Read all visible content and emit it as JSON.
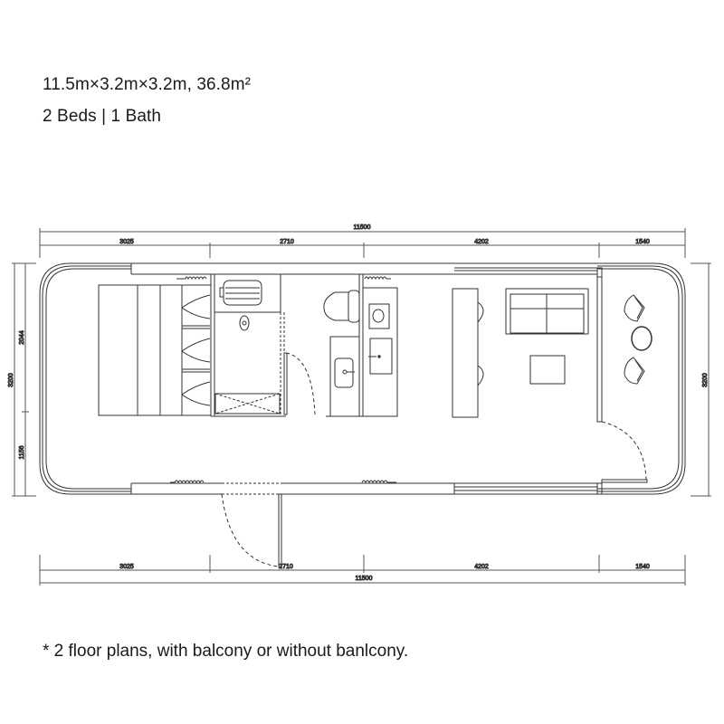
{
  "header": {
    "dimensions": "11.5m×3.2m×3.2m, 36.8m²",
    "rooms": "2 Beds | 1 Bath"
  },
  "floor_plan": {
    "top_dimensions": {
      "total": "11500",
      "segments": [
        "3025",
        "2710",
        "4202",
        "1540"
      ]
    },
    "bottom_dimensions": {
      "total": "11500",
      "segments": [
        "3025",
        "2710",
        "4202",
        "1540"
      ]
    },
    "left_dimensions": {
      "total": "3200",
      "segments": [
        "2044",
        "1156"
      ]
    },
    "right_dimensions": {
      "total": "3200"
    },
    "zones": [
      "bedroom",
      "bathroom-shower",
      "toilet-washbasin",
      "kitchen-laundry",
      "living-room",
      "balcony"
    ],
    "colors": {
      "line": "#333333",
      "dim_line": "#555555",
      "dim_text": "#888888",
      "background": "#ffffff"
    }
  },
  "footnote": "* 2 floor plans, with balcony or without banlcony."
}
